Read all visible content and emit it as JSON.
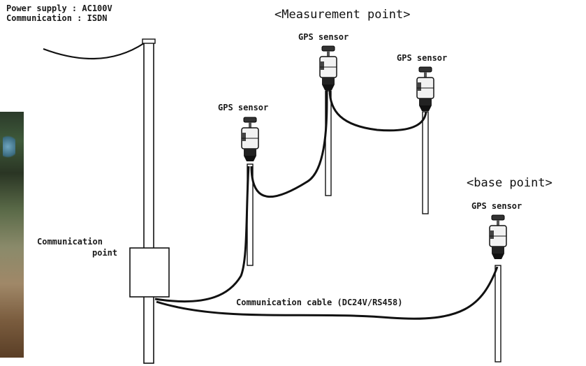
{
  "power_info": {
    "line1": "Power supply : AC100V",
    "line2": "Communication : ISDN"
  },
  "measurement_point_title": "<Measurement point>",
  "base_point_title": "<base point>",
  "sensors": [
    {
      "label": "GPS sensor"
    },
    {
      "label": "GPS sensor"
    },
    {
      "label": "GPS sensor"
    },
    {
      "label": "GPS sensor"
    }
  ],
  "communication_point": {
    "line1": "Communication",
    "line2": "point"
  },
  "cable_label": "Communication cable (DC24V/RS458)"
}
